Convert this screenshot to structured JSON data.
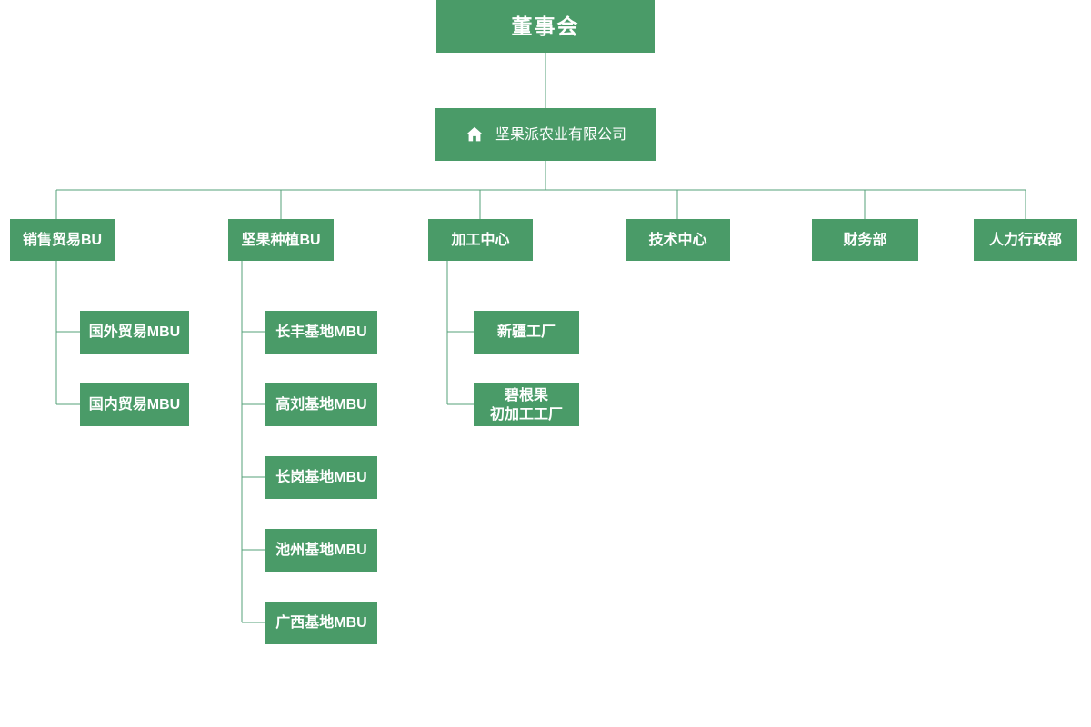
{
  "org_chart": {
    "title": "organization-chart",
    "board": {
      "label": "董事会"
    },
    "company": {
      "label": "坚果派农业有限公司",
      "icon": "home-icon"
    },
    "departments": [
      {
        "label": "销售贸易BU",
        "children": [
          {
            "label": "国外贸易MBU"
          },
          {
            "label": "国内贸易MBU"
          }
        ]
      },
      {
        "label": "坚果种植BU",
        "children": [
          {
            "label": "长丰基地MBU"
          },
          {
            "label": "高刘基地MBU"
          },
          {
            "label": "长岗基地MBU"
          },
          {
            "label": "池州基地MBU"
          },
          {
            "label": "广西基地MBU"
          }
        ]
      },
      {
        "label": "加工中心",
        "children": [
          {
            "label": "新疆工厂"
          },
          {
            "label": "碧根果\n初加工工厂"
          }
        ]
      },
      {
        "label": "技术中心",
        "children": []
      },
      {
        "label": "财务部",
        "children": []
      },
      {
        "label": "人力行政部",
        "children": []
      }
    ],
    "colors": {
      "node_fill": "#4a9b68",
      "connector": "#54a078",
      "node_text": "#ffffff",
      "background": "#ffffff"
    }
  }
}
